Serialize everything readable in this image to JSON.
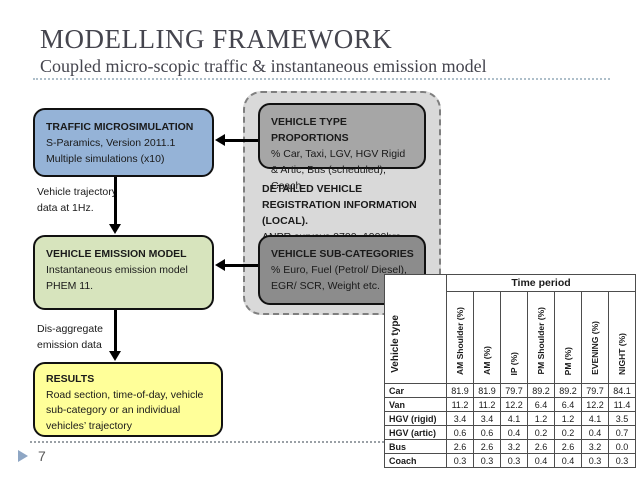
{
  "slide": {
    "title": "MODELLING FRAMEWORK",
    "subtitle": "Coupled micro-scopic traffic & instantaneous emission model",
    "page_number": "7"
  },
  "diagram": {
    "traffic_box": {
      "title": "TRAFFIC MICROSIMULATION",
      "body": "S-Paramics, Version 2011.1 Multiple simulations (x10)"
    },
    "vehicle_type_box": {
      "title": "VEHICLE TYPE PROPORTIONS",
      "body": "% Car, Taxi, LGV, HGV Rigid & Artic, Bus (scheduled), Coach."
    },
    "registration_note": {
      "bold": "DETAILED VEHICLE REGISTRATION INFORMATION (LOCAL).",
      "body": "ANPR surveys 0700 -1900hrs."
    },
    "emission_box": {
      "title": "VEHICLE EMISSION MODEL",
      "body": "Instantaneous emission model PHEM 11."
    },
    "subcategories_box": {
      "title": "VEHICLE SUB-CATEGORIES",
      "body": "% Euro, Fuel (Petrol/ Diesel), EGR/ SCR, Weight etc."
    },
    "results_box": {
      "title": "RESULTS",
      "body": "Road section, time-of-day, vehicle sub-category or an individual vehicles’ trajectory"
    },
    "label_trajectory": "Vehicle trajectory data at 1Hz.",
    "label_disaggregate": "Dis-aggregate emission data"
  },
  "table": {
    "group_header": "Time period",
    "row_header": "Vehicle type",
    "columns": [
      "AM Shoulder (%)",
      "AM (%)",
      "IP (%)",
      "PM Shoulder (%)",
      "PM (%)",
      "EVENING (%)",
      "NIGHT (%)"
    ],
    "rows": [
      {
        "label": "Car",
        "values": [
          "81.9",
          "81.9",
          "79.7",
          "89.2",
          "89.2",
          "79.7",
          "84.1"
        ]
      },
      {
        "label": "Van",
        "values": [
          "11.2",
          "11.2",
          "12.2",
          "6.4",
          "6.4",
          "12.2",
          "11.4"
        ]
      },
      {
        "label": "HGV (rigid)",
        "values": [
          "3.4",
          "3.4",
          "4.1",
          "1.2",
          "1.2",
          "4.1",
          "3.5"
        ]
      },
      {
        "label": "HGV (artic)",
        "values": [
          "0.6",
          "0.6",
          "0.4",
          "0.2",
          "0.2",
          "0.4",
          "0.7"
        ]
      },
      {
        "label": "Bus",
        "values": [
          "2.6",
          "2.6",
          "3.2",
          "2.6",
          "2.6",
          "3.2",
          "0.0"
        ]
      },
      {
        "label": "Coach",
        "values": [
          "0.3",
          "0.3",
          "0.3",
          "0.4",
          "0.4",
          "0.3",
          "0.3"
        ]
      }
    ]
  },
  "colors": {
    "title_text": "#45454e",
    "box_blue": "#95b3d7",
    "box_green": "#d7e4bd",
    "box_yellow": "#ffff99",
    "container_gray": "#d9d9d9",
    "box_gray_mid": "#a6a6a6",
    "box_gray_dark": "#8c8c8c",
    "footer_marker": "#8ea6c4"
  }
}
